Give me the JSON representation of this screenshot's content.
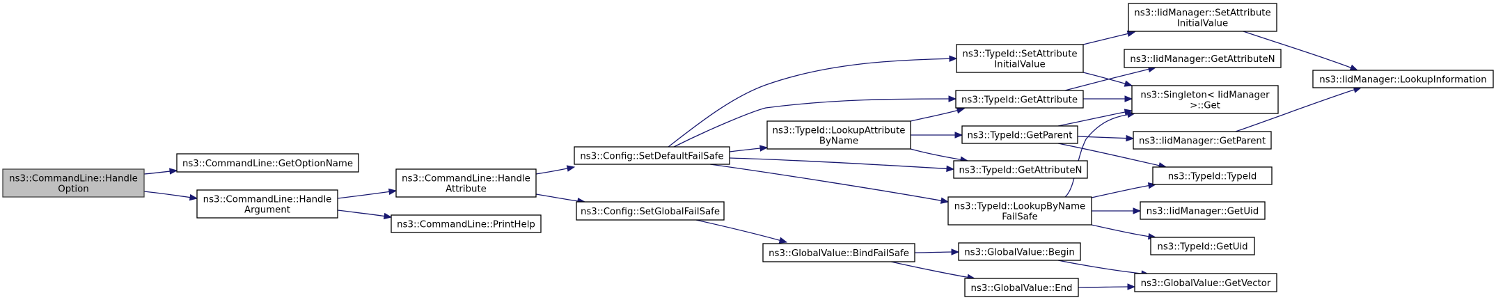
{
  "diagram": {
    "type": "call-graph",
    "colors": {
      "edge": "#191970",
      "node_border": "#000000",
      "node_fill": "#ffffff",
      "root_fill": "#bfbfbf"
    },
    "nodes": [
      {
        "id": "handle_option",
        "lines": [
          "ns3::CommandLine::Handle",
          "Option"
        ],
        "root": true
      },
      {
        "id": "get_option_name",
        "lines": [
          "ns3::CommandLine::GetOptionName"
        ]
      },
      {
        "id": "handle_argument",
        "lines": [
          "ns3::CommandLine::Handle",
          "Argument"
        ]
      },
      {
        "id": "handle_attribute",
        "lines": [
          "ns3::CommandLine::Handle",
          "Attribute"
        ]
      },
      {
        "id": "print_help",
        "lines": [
          "ns3::CommandLine::PrintHelp"
        ]
      },
      {
        "id": "set_default_failsafe",
        "lines": [
          "ns3::Config::SetDefaultFailSafe"
        ]
      },
      {
        "id": "set_global_failsafe",
        "lines": [
          "ns3::Config::SetGlobalFailSafe"
        ]
      },
      {
        "id": "lookup_attribute_by_name",
        "lines": [
          "ns3::TypeId::LookupAttribute",
          "ByName"
        ]
      },
      {
        "id": "bind_failsafe",
        "lines": [
          "ns3::GlobalValue::BindFailSafe"
        ]
      },
      {
        "id": "typeid_set_attr_initial",
        "lines": [
          "ns3::TypeId::SetAttribute",
          "InitialValue"
        ]
      },
      {
        "id": "typeid_get_attribute",
        "lines": [
          "ns3::TypeId::GetAttribute"
        ]
      },
      {
        "id": "typeid_get_parent",
        "lines": [
          "ns3::TypeId::GetParent"
        ]
      },
      {
        "id": "typeid_get_attribute_n",
        "lines": [
          "ns3::TypeId::GetAttributeN"
        ]
      },
      {
        "id": "lookup_by_name_failsafe",
        "lines": [
          "ns3::TypeId::LookupByName",
          "FailSafe"
        ]
      },
      {
        "id": "gv_begin",
        "lines": [
          "ns3::GlobalValue::Begin"
        ]
      },
      {
        "id": "gv_end",
        "lines": [
          "ns3::GlobalValue::End"
        ]
      },
      {
        "id": "iid_set_attr_initial",
        "lines": [
          "ns3::IidManager::SetAttribute",
          "InitialValue"
        ]
      },
      {
        "id": "iid_get_attribute_n",
        "lines": [
          "ns3::IidManager::GetAttributeN"
        ]
      },
      {
        "id": "singleton_get",
        "lines": [
          "ns3::Singleton< IidManager",
          ">::Get"
        ]
      },
      {
        "id": "iid_get_parent",
        "lines": [
          "ns3::IidManager::GetParent"
        ]
      },
      {
        "id": "typeid_typeid",
        "lines": [
          "ns3::TypeId::TypeId"
        ]
      },
      {
        "id": "iid_get_uid",
        "lines": [
          "ns3::IidManager::GetUid"
        ]
      },
      {
        "id": "typeid_get_uid",
        "lines": [
          "ns3::TypeId::GetUid"
        ]
      },
      {
        "id": "gv_get_vector",
        "lines": [
          "ns3::GlobalValue::GetVector"
        ]
      },
      {
        "id": "iid_lookup_information",
        "lines": [
          "ns3::IidManager::LookupInformation"
        ]
      }
    ],
    "edges": [
      {
        "from": "handle_option",
        "to": "get_option_name"
      },
      {
        "from": "handle_option",
        "to": "handle_argument"
      },
      {
        "from": "handle_argument",
        "to": "handle_attribute"
      },
      {
        "from": "handle_argument",
        "to": "print_help"
      },
      {
        "from": "handle_attribute",
        "to": "set_default_failsafe"
      },
      {
        "from": "handle_attribute",
        "to": "set_global_failsafe"
      },
      {
        "from": "set_default_failsafe",
        "to": "typeid_set_attr_initial"
      },
      {
        "from": "set_default_failsafe",
        "to": "typeid_get_attribute"
      },
      {
        "from": "set_default_failsafe",
        "to": "lookup_attribute_by_name"
      },
      {
        "from": "set_default_failsafe",
        "to": "typeid_get_attribute_n"
      },
      {
        "from": "set_default_failsafe",
        "to": "lookup_by_name_failsafe"
      },
      {
        "from": "set_global_failsafe",
        "to": "bind_failsafe"
      },
      {
        "from": "lookup_attribute_by_name",
        "to": "typeid_get_attribute"
      },
      {
        "from": "lookup_attribute_by_name",
        "to": "typeid_get_parent"
      },
      {
        "from": "lookup_attribute_by_name",
        "to": "typeid_get_attribute_n"
      },
      {
        "from": "typeid_set_attr_initial",
        "to": "iid_set_attr_initial"
      },
      {
        "from": "typeid_set_attr_initial",
        "to": "singleton_get"
      },
      {
        "from": "typeid_get_attribute",
        "to": "iid_get_attribute_n"
      },
      {
        "from": "typeid_get_attribute",
        "to": "singleton_get"
      },
      {
        "from": "typeid_get_parent",
        "to": "singleton_get"
      },
      {
        "from": "typeid_get_parent",
        "to": "iid_get_parent"
      },
      {
        "from": "typeid_get_parent",
        "to": "typeid_typeid"
      },
      {
        "from": "lookup_by_name_failsafe",
        "to": "singleton_get"
      },
      {
        "from": "lookup_by_name_failsafe",
        "to": "typeid_typeid"
      },
      {
        "from": "lookup_by_name_failsafe",
        "to": "iid_get_uid"
      },
      {
        "from": "lookup_by_name_failsafe",
        "to": "typeid_get_uid"
      },
      {
        "from": "bind_failsafe",
        "to": "gv_begin"
      },
      {
        "from": "bind_failsafe",
        "to": "gv_end"
      },
      {
        "from": "gv_begin",
        "to": "gv_get_vector"
      },
      {
        "from": "gv_end",
        "to": "gv_get_vector"
      },
      {
        "from": "iid_set_attr_initial",
        "to": "iid_lookup_information"
      },
      {
        "from": "iid_get_parent",
        "to": "iid_lookup_information"
      }
    ]
  }
}
